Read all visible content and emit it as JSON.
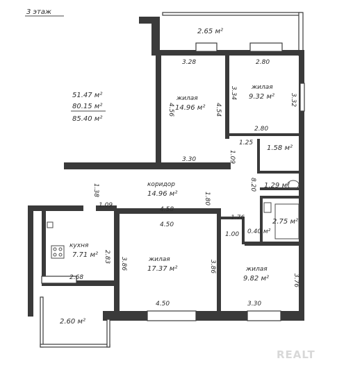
{
  "title": "3 этаж",
  "totals": [
    "51.47 м²",
    "80.15 м²",
    "85.40 м²"
  ],
  "rooms": {
    "balcony_top": {
      "area": "2.65 м²"
    },
    "living_1": {
      "name": "жилая",
      "area": "14.96 м²"
    },
    "living_2": {
      "name": "жилая",
      "area": "9.32 м²"
    },
    "closet": {
      "area": "1.58 м²"
    },
    "corridor": {
      "name": "коридор",
      "area": "14.96 м²"
    },
    "wc": {
      "area": "1.29 м²"
    },
    "bath": {
      "area": "2.75 м²"
    },
    "small": {
      "area": "0.40 м²"
    },
    "kitchen": {
      "name": "кухня",
      "area": "7.71 м²"
    },
    "living_3": {
      "name": "жилая",
      "area": "17.37 м²"
    },
    "living_4": {
      "name": "жилая",
      "area": "9.82 м²"
    },
    "balcony_bottom": {
      "area": "2.60 м²"
    }
  },
  "dims": {
    "d328": "3.28",
    "d280a": "2.80",
    "d456": "4.56",
    "d454": "4.54",
    "d334": "3.34",
    "d332": "3.32",
    "d280b": "2.80",
    "d125": "1.25",
    "d109a": "1.09",
    "d330a": "3.30",
    "d138": "1.38",
    "d180": "1.80",
    "d820": "8.20",
    "d109b": "1.09",
    "d458": "4.58",
    "d450a": "4.50",
    "d176": "1.76",
    "d100": "1.00",
    "d283": "2.83",
    "d386a": "3.86",
    "d386b": "3.86",
    "d376": "3.76",
    "d268": "2.68",
    "d450b": "4.50",
    "d330b": "3.30"
  },
  "watermark": "REALT",
  "colors": {
    "wall": "#3a3a3a",
    "background": "#ffffff",
    "ink": "#2b2b2b"
  }
}
